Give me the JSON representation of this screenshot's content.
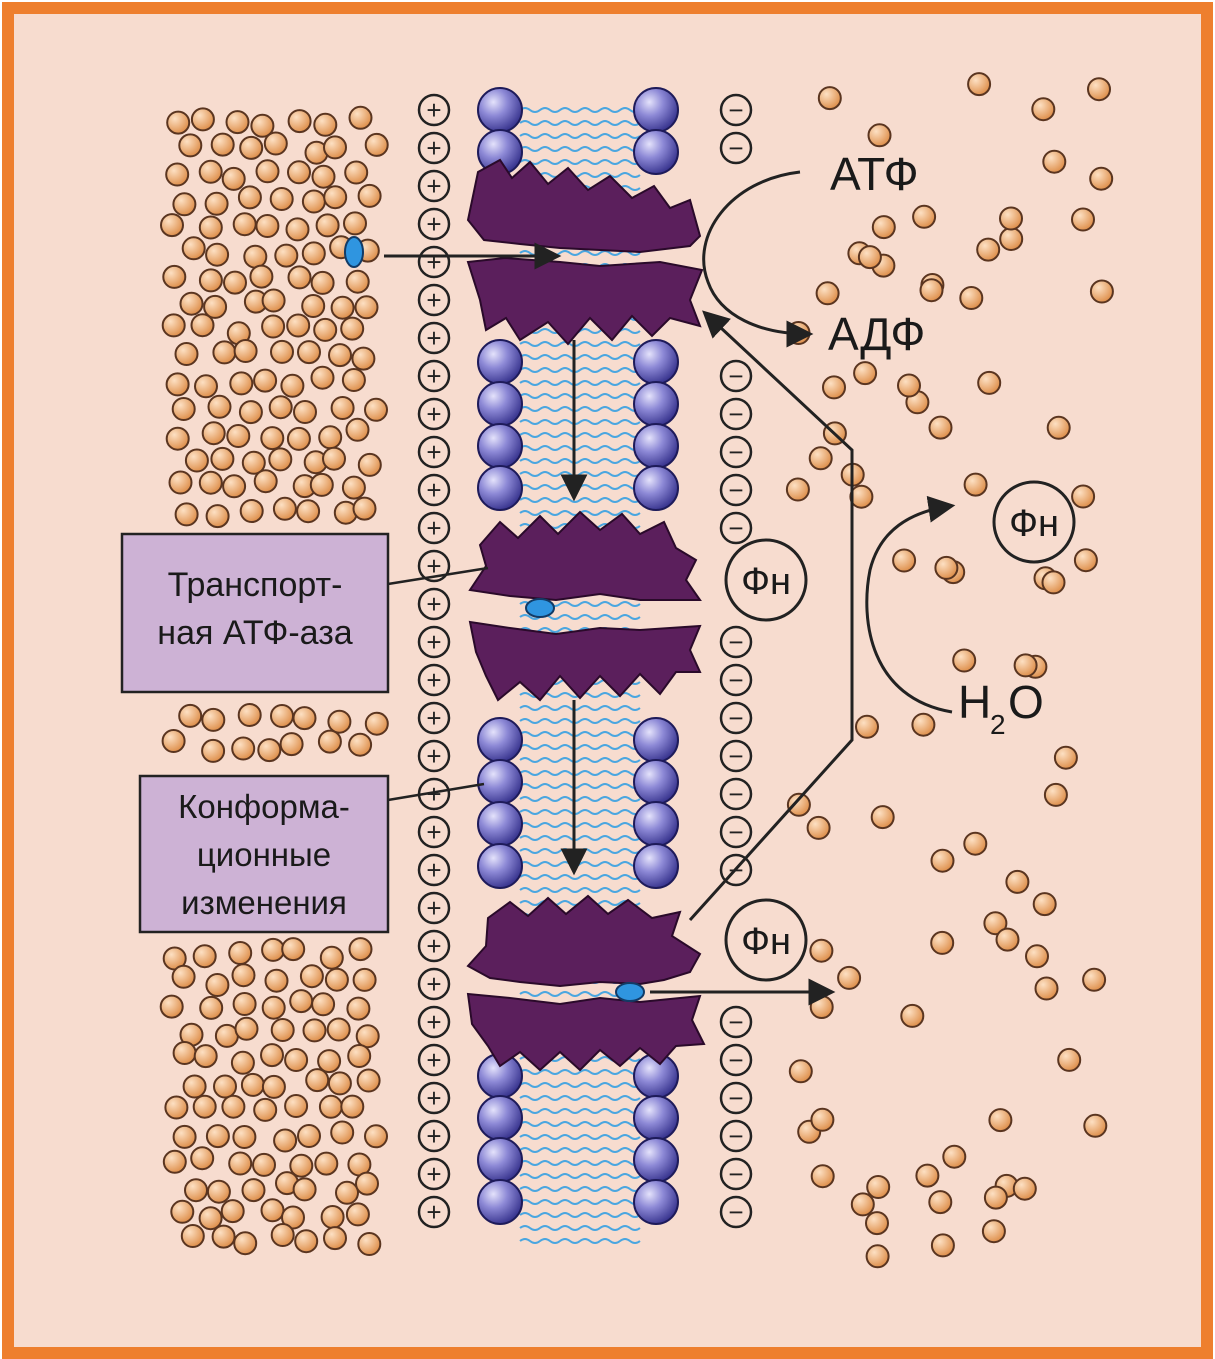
{
  "labels": {
    "atp": "АТФ",
    "adp": "АДФ",
    "pi": "Фн",
    "water_main": "H",
    "water_sub": "2",
    "water_tail": "O",
    "plus": "+",
    "minus": "−",
    "transport_atpase_line1": "Транспорт-",
    "transport_atpase_line2": "ная АТФ-аза",
    "conformational_line1": "Конформа-",
    "conformational_line2": "ционные",
    "conformational_line3": "изменения"
  },
  "colors": {
    "frame": "#ee7f2e",
    "background": "#f7dccf",
    "label_box": "#cdb2d5",
    "protein": "#5b1f5c",
    "lipid_head": "#7b78c4",
    "lipid_tail": "#4aa6e0",
    "ion": "#2f95e0",
    "particle": "#e8a46a",
    "particle_stroke": "#5a3520"
  }
}
